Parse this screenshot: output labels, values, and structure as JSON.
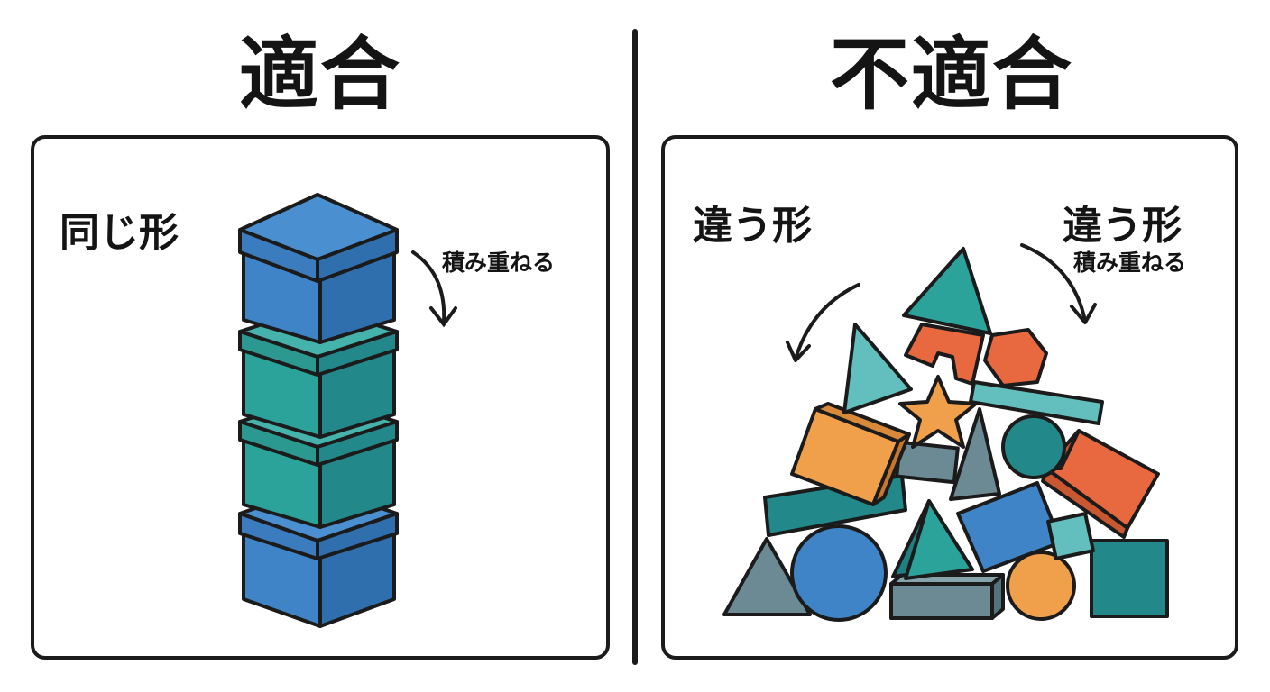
{
  "left": {
    "heading": "適合",
    "shape_label": "同じ形",
    "action_label": "積み重ねる"
  },
  "right": {
    "heading": "不適合",
    "shape_label_left": "違う形",
    "shape_label_right": "違う形",
    "action_label": "積み重ねる"
  },
  "colors": {
    "blue": "#3f84c6",
    "teal": "#2ba39a",
    "dark_teal": "#22888a",
    "orange": "#f0a04b",
    "red_orange": "#e8693f",
    "slate": "#6b8a94",
    "light_teal": "#62bfbd",
    "outline": "#1b1b1b"
  }
}
